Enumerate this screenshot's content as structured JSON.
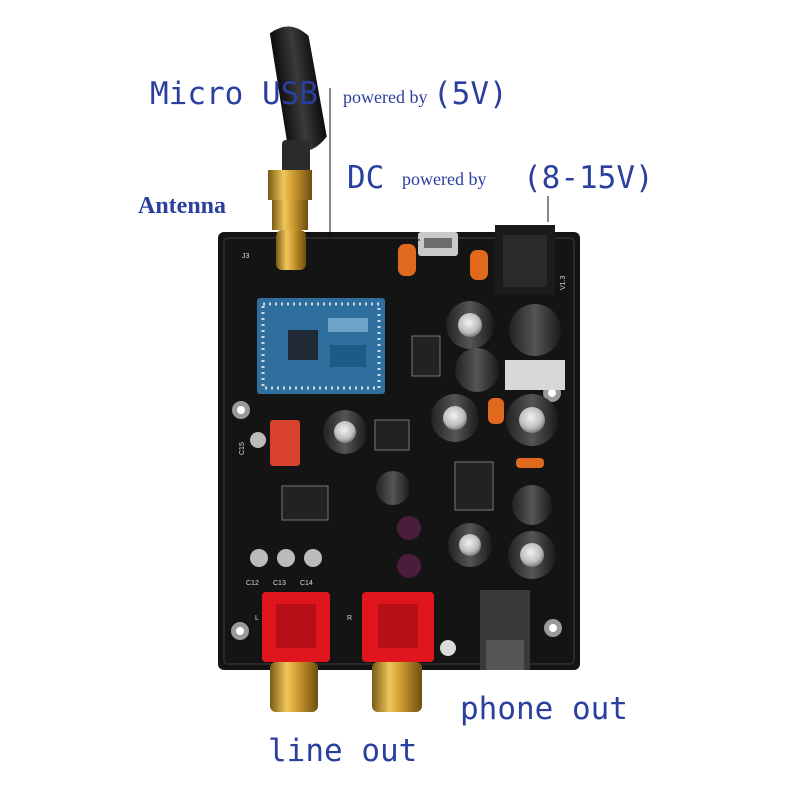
{
  "labels": {
    "micro_usb": "Micro USB",
    "powered_by_1": "powered by",
    "voltage_usb": "(5V)",
    "dc": "DC",
    "powered_by_2": "powered by",
    "voltage_dc": "(8-15V)",
    "antenna": "Antenna",
    "line_out": "line out",
    "phone_out": "phone out"
  },
  "board_silkscreen": {
    "j3": "J3",
    "version": "V1.3",
    "c15": "C15",
    "c12": "C12",
    "c13": "C13",
    "c14": "C14",
    "left_channel": "L",
    "right_channel": "R"
  },
  "colors": {
    "label_text": "#2a3f9e",
    "pcb": "#141414",
    "rca_red": "#e0151e",
    "gold": "#c9962e",
    "module_blue": "#2f6f9e"
  }
}
